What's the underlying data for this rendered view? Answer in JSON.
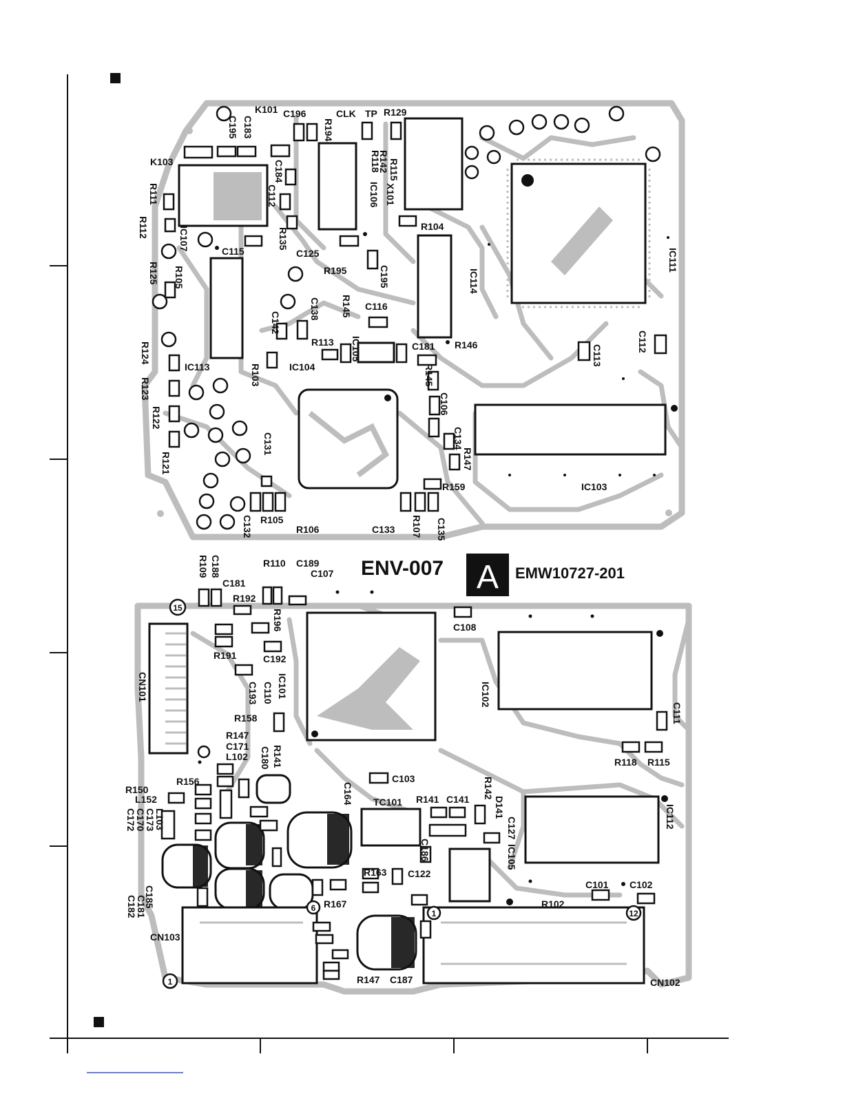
{
  "board": {
    "name": "ENV-007",
    "side": "A",
    "part_number": "EMW10727-201"
  },
  "top_section": {
    "labels": [
      "K101",
      "C196",
      "CLK",
      "TP",
      "R129",
      "C195",
      "C183",
      "R194",
      "R118",
      "R142",
      "R115",
      "K103",
      "C184",
      "C112",
      "IC106",
      "X101",
      "R111",
      "R104",
      "R112",
      "IC107",
      "R135",
      "C125",
      "C115",
      "R195",
      "C195",
      "R125",
      "R105",
      "IC114",
      "IC111",
      "C138",
      "R145",
      "C116",
      "C142",
      "R113",
      "IC105",
      "C181",
      "R146",
      "C112",
      "C113",
      "R124",
      "R123",
      "IC113",
      "R103",
      "IC104",
      "R145",
      "C106",
      "R122",
      "C131",
      "R147",
      "C134",
      "R121",
      "R159",
      "IC103",
      "C132",
      "R105",
      "R106",
      "C133",
      "R107",
      "C135"
    ]
  },
  "bottom_section": {
    "labels": [
      "R109",
      "C188",
      "C181",
      "R110",
      "C189",
      "C107",
      "R192",
      "R196",
      "C108",
      "R191",
      "C192",
      "IC101",
      "CN101",
      "C193",
      "C110",
      "IC102",
      "C111",
      "R158",
      "R147",
      "C171",
      "L102",
      "C180",
      "R141",
      "R118",
      "R115",
      "R150",
      "R156",
      "C103",
      "C164",
      "R142",
      "L152",
      "C172",
      "C170",
      "C173",
      "L103",
      "TC101",
      "R141",
      "C141",
      "D141",
      "C127",
      "IC105",
      "IC112",
      "C186",
      "C185",
      "C182",
      "C181",
      "R163",
      "C122",
      "CN103",
      "R167",
      "R102",
      "C101",
      "C102",
      "R147",
      "C187",
      "CN102"
    ],
    "pin_markers": [
      "15",
      "6",
      "1",
      "12",
      "1"
    ]
  },
  "corner_markers": [
    "square-top",
    "square-bottom"
  ]
}
